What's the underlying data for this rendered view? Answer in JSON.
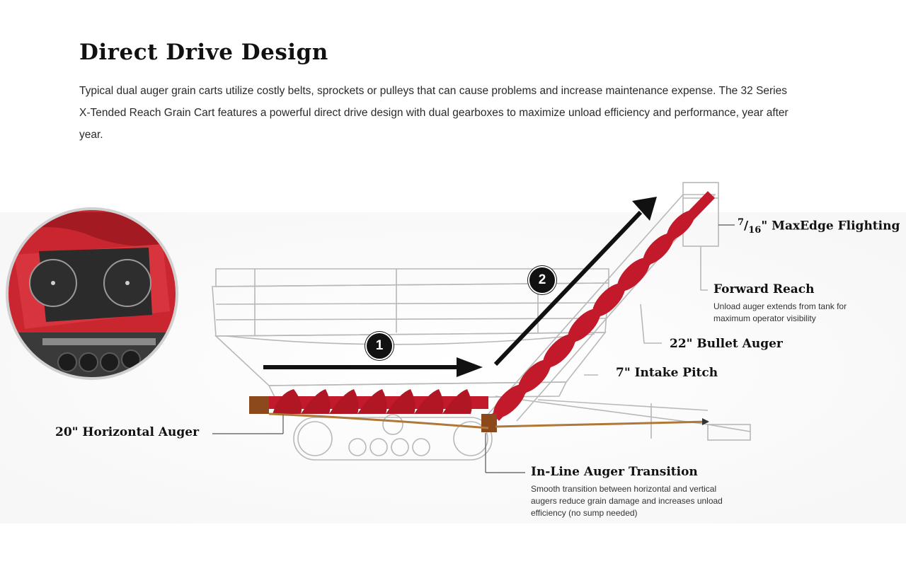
{
  "header": {
    "title": "Direct Drive Design",
    "description": "Typical dual auger grain carts utilize costly belts, sprockets or pulleys that can cause problems and increase maintenance expense. The 32 Series X-Tended Reach Grain Cart features a powerful direct drive design with dual gearboxes to maximize unload efficiency and performance, year after year."
  },
  "callouts": {
    "flighting": {
      "numerator": "7",
      "denominator": "16",
      "rest": "\" MaxEdge Flighting"
    },
    "forward_reach": {
      "title": "Forward Reach",
      "desc": "Unload auger extends from tank for maximum operator visibility"
    },
    "bullet_auger": {
      "title": "22\" Bullet Auger"
    },
    "intake_pitch": {
      "title": "7\" Intake Pitch"
    },
    "horizontal_auger": {
      "title": "20\" Horizontal Auger"
    },
    "transition": {
      "title": "In-Line Auger Transition",
      "desc": "Smooth transition between horizontal and vertical augers reduce grain damage and increases unload efficiency (no sump needed)"
    }
  },
  "steps": [
    "1",
    "2"
  ],
  "colors": {
    "auger_red": "#c21a2a",
    "line_gray": "#b8b8b8",
    "arrow_black": "#111111",
    "drive_shaft": "#b07838"
  }
}
